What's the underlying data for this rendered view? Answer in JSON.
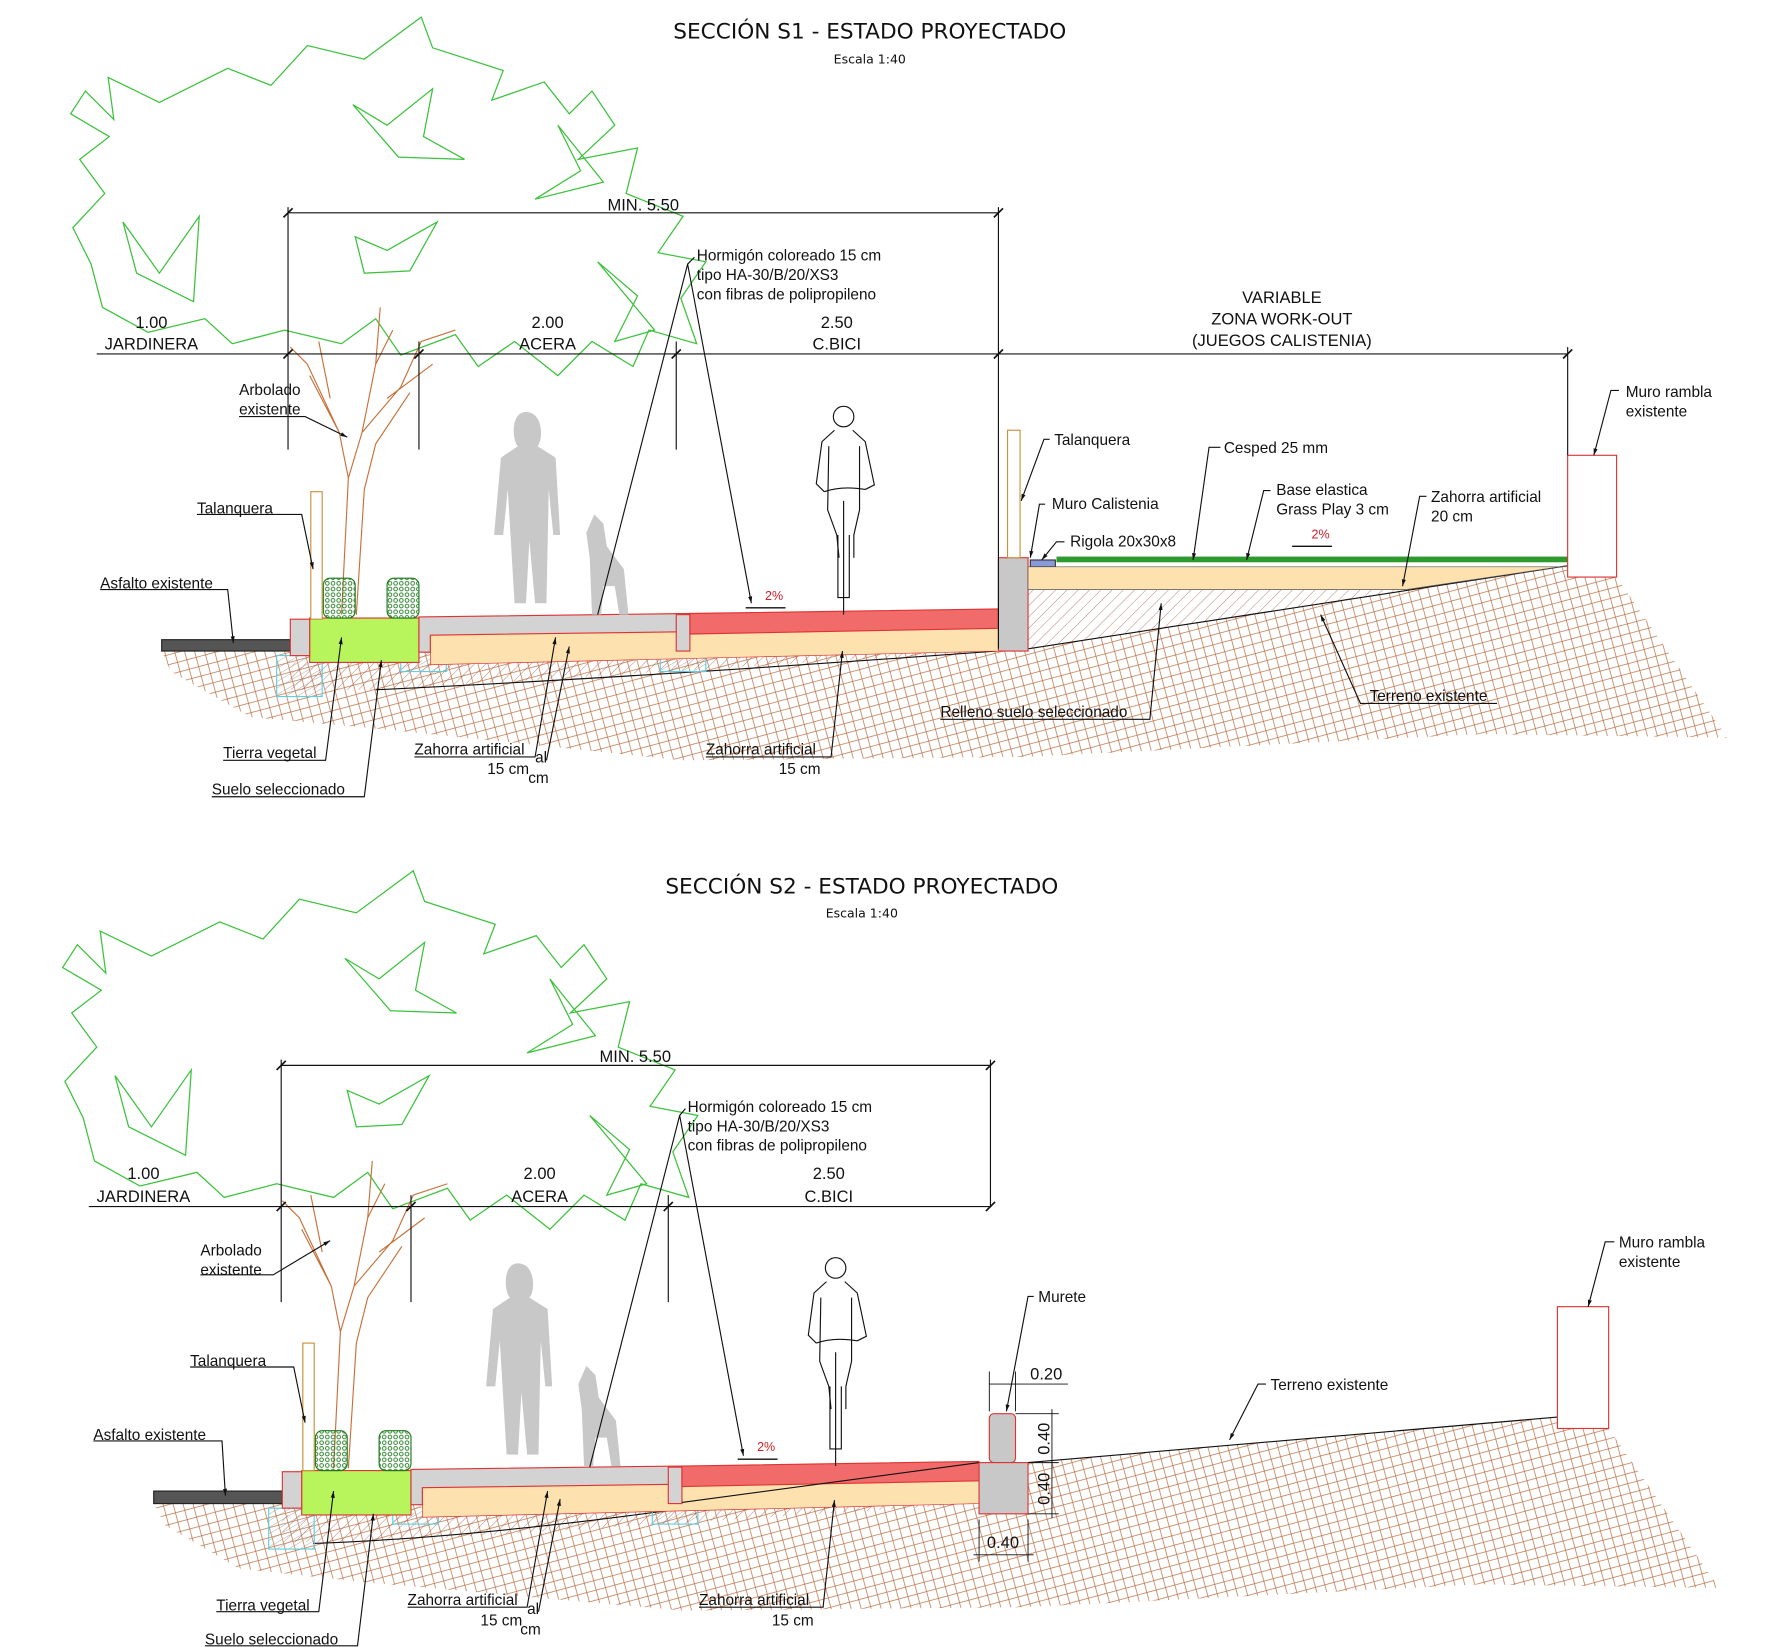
{
  "s1": {
    "title": "SECCIÓN S1 - ESTADO PROYECTADO",
    "scale": "Escala 1:40",
    "dim_total": "MIN. 5.50",
    "dims": [
      {
        "value": "1.00",
        "label": "JARDINERA"
      },
      {
        "value": "2.00",
        "label": "ACERA"
      },
      {
        "value": "2.50",
        "label": "C.BICI"
      }
    ],
    "variable": [
      "VARIABLE",
      "ZONA  WORK-OUT",
      "(JUEGOS CALISTENIA)"
    ],
    "hormigon": [
      "Hormigón coloreado 15 cm",
      "tipo  HA-30/B/20/XS3",
      "con fibras de polipropileno"
    ],
    "labels": {
      "arbolado": [
        "Arbolado",
        "existente"
      ],
      "talanquera_left": "Talanquera",
      "asfalto": "Asfalto existente",
      "tierra": "Tierra vegetal",
      "suelo": "Suelo seleccionado",
      "zahorra1": [
        "Zahorra artificial",
        "15 cm"
      ],
      "zahorra1_ghost": [
        "al",
        "cm"
      ],
      "zahorra2": [
        "Zahorra artificial",
        "15 cm"
      ],
      "relleno": "Relleno suelo seleccionado",
      "terreno": "Terreno existente",
      "muro_rambla": [
        "Muro rambla",
        "existente"
      ],
      "talanquera_right": "Talanquera",
      "cesped": "Cesped 25 mm",
      "muro_calistenia": "Muro Calistenia",
      "base": [
        "Base elastica",
        "Grass Play 3 cm"
      ],
      "zahorra3": [
        "Zahorra artificial",
        "20 cm"
      ],
      "rigola": "Rigola 20x30x8"
    },
    "slopes": [
      "2%",
      "2%"
    ]
  },
  "s2": {
    "title": "SECCIÓN S2 - ESTADO PROYECTADO",
    "scale": "Escala 1:40",
    "dim_total": "MIN. 5.50",
    "dims": [
      {
        "value": "1.00",
        "label": "JARDINERA"
      },
      {
        "value": "2.00",
        "label": "ACERA"
      },
      {
        "value": "2.50",
        "label": "C.BICI"
      }
    ],
    "hormigon": [
      "Hormigón coloreado 15 cm",
      "tipo  HA-30/B/20/XS3",
      "con fibras de polipropileno"
    ],
    "labels": {
      "arbolado": [
        "Arbolado",
        "existente"
      ],
      "talanquera": "Talanquera",
      "asfalto": "Asfalto existente",
      "tierra": "Tierra vegetal",
      "suelo": "Suelo seleccionado",
      "zahorra1": [
        "Zahorra artificial",
        "15 cm"
      ],
      "zahorra1_ghost": [
        "al",
        "cm"
      ],
      "zahorra2": [
        "Zahorra artificial",
        "15 cm"
      ],
      "murete": "Murete",
      "terreno": "Terreno existente",
      "muro_rambla": [
        "Muro rambla",
        "existente"
      ]
    },
    "murete_dims": [
      "0.20",
      "0.40",
      "0.40",
      "0.40"
    ],
    "slope": "2%"
  },
  "colors": {
    "concrete_red": "#f26b6b",
    "zahorra": "#fde2b0",
    "tierra_vegetal": "#b8f55c",
    "sidewalk": "#d3d3d3",
    "terrain_hatch": "#b5683a",
    "canopy": "#3cc23c",
    "grass": "#2e9a2e"
  }
}
